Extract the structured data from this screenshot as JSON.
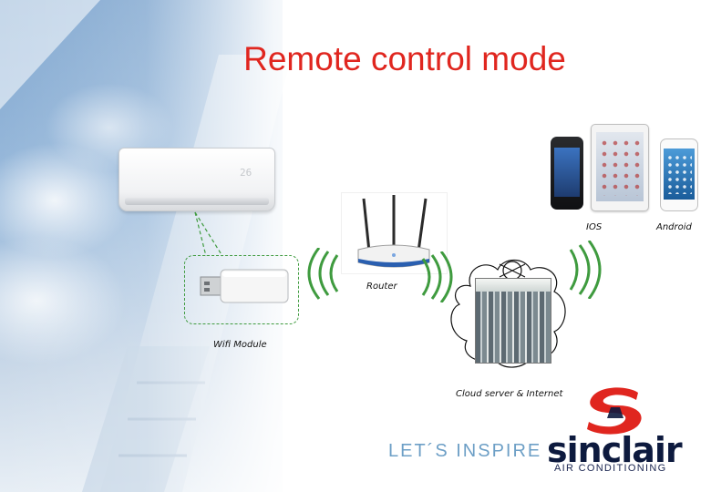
{
  "slide": {
    "title": "Remote control mode"
  },
  "diagram": {
    "nodes": {
      "wifi_module": "Wifi Module",
      "router": "Router",
      "cloud": "Cloud server & Internet",
      "ios": "IOS",
      "android": "Android"
    },
    "ac_display": "26"
  },
  "brand": {
    "tagline": "LET´S INSPIRE",
    "name": "sinclair",
    "subtitle": "AIR CONDITIONING",
    "colors": {
      "title_red": "#e0261f",
      "logo_red": "#e0261f",
      "logo_navy": "#0d1a3e",
      "tagline_blue": "#6d9fc6",
      "wave_green": "#3f9b3f"
    }
  }
}
